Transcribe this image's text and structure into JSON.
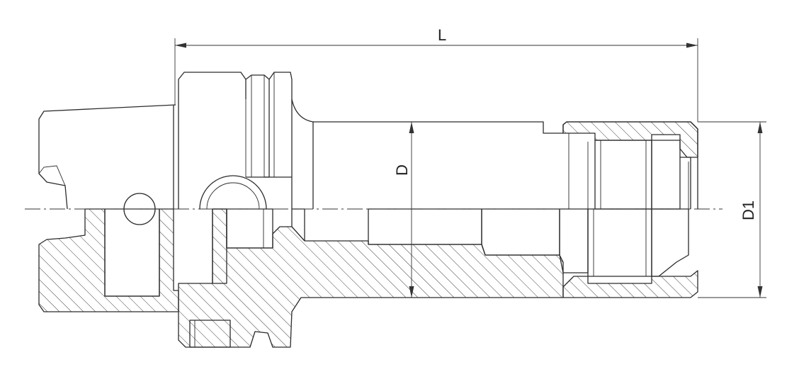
{
  "dimensions": {
    "length_label": "L",
    "diameter_label": "D",
    "nut_diameter_label": "D1"
  },
  "colors": {
    "line": "#2b2b2b",
    "background": "#ffffff"
  }
}
